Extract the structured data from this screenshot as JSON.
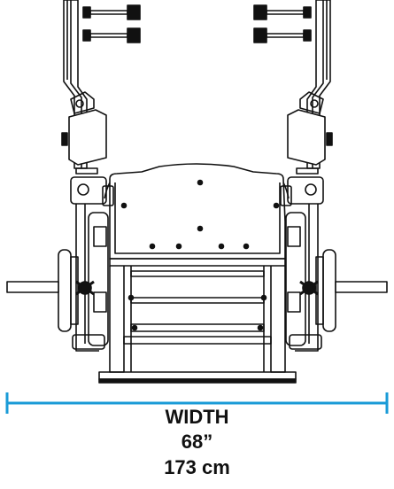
{
  "diagram": {
    "subject": "leg-press-machine-front-view",
    "dimension": {
      "label": "WIDTH",
      "imperial": "68”",
      "metric": "173 cm"
    }
  },
  "colors": {
    "line": "#111111",
    "dimension": "#1a9bd7",
    "text": "#111111",
    "background": "#ffffff"
  }
}
